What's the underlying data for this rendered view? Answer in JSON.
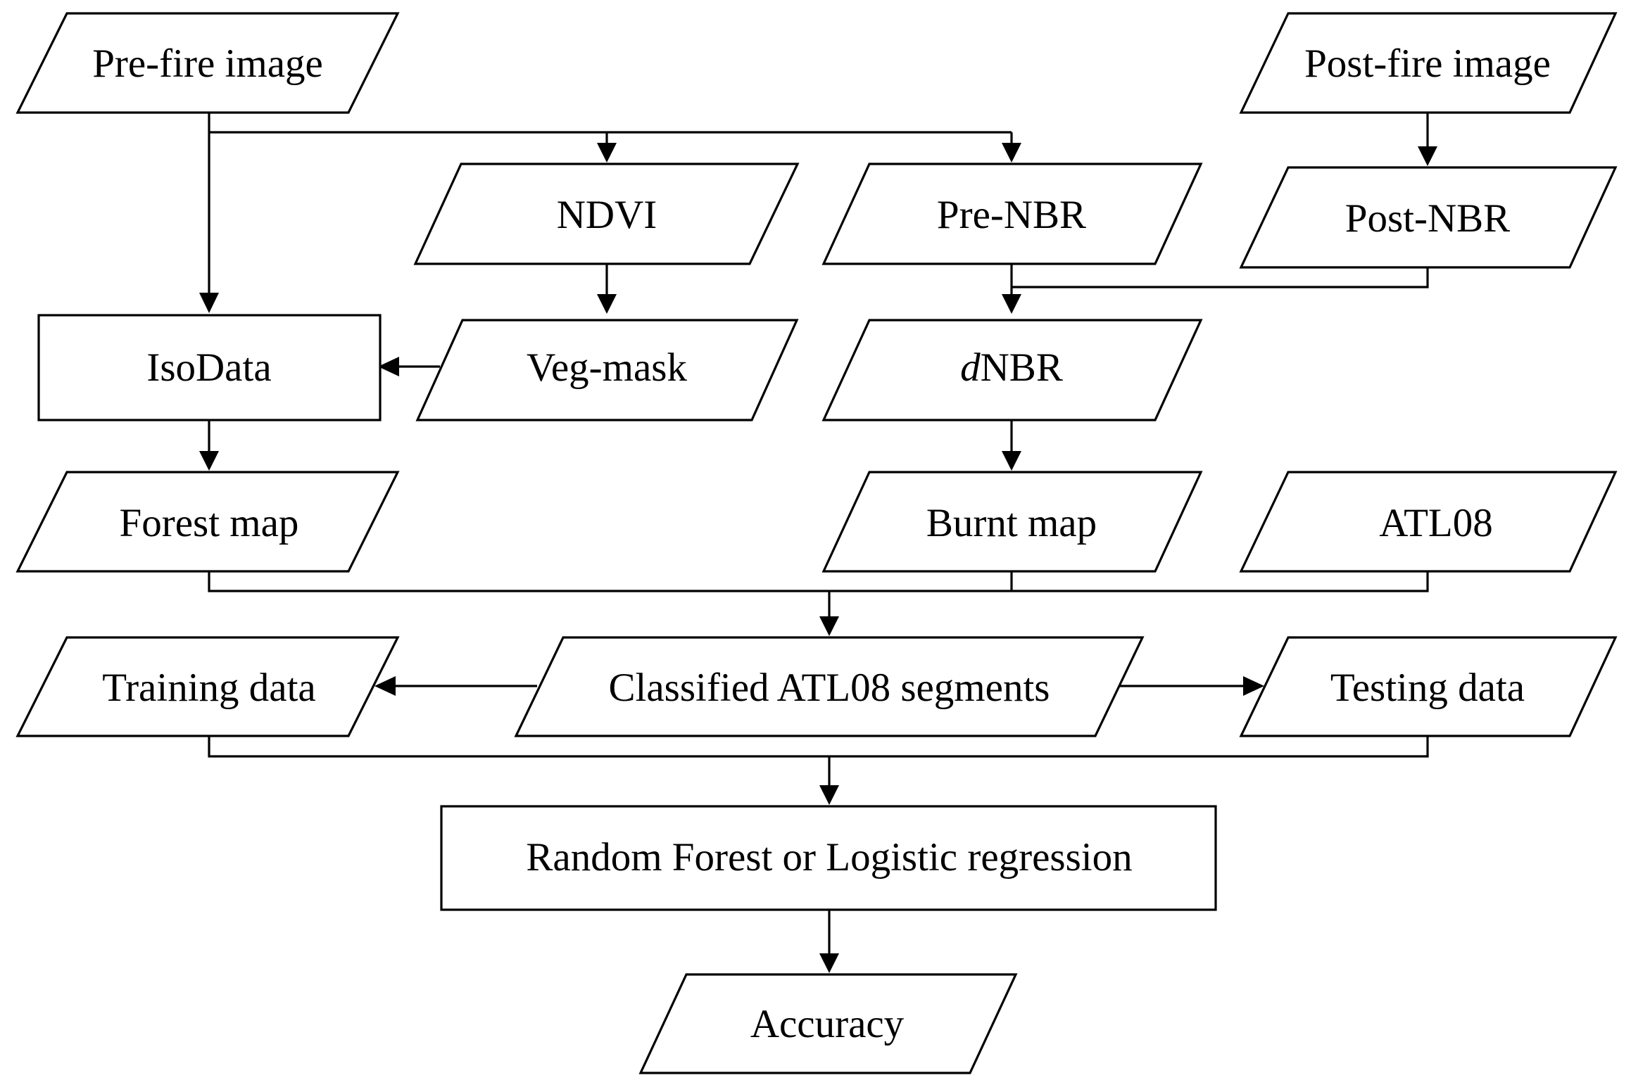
{
  "nodes": {
    "pre_fire_image": "Pre-fire image",
    "post_fire_image": "Post-fire image",
    "ndvi": "NDVI",
    "pre_nbr": "Pre-NBR",
    "post_nbr": "Post-NBR",
    "isodata": "IsoData",
    "veg_mask": "Veg-mask",
    "dnbr_prefix": "d",
    "dnbr_suffix": "NBR",
    "forest_map": "Forest map",
    "burnt_map": "Burnt map",
    "atl08": "ATL08",
    "training_data": "Training data",
    "classified_segments": "Classified ATL08 segments",
    "testing_data": "Testing data",
    "classifier": "Random Forest or Logistic regression",
    "accuracy": "Accuracy"
  },
  "colors": {
    "stroke": "#000000",
    "fill": "#ffffff",
    "text": "#000000"
  }
}
